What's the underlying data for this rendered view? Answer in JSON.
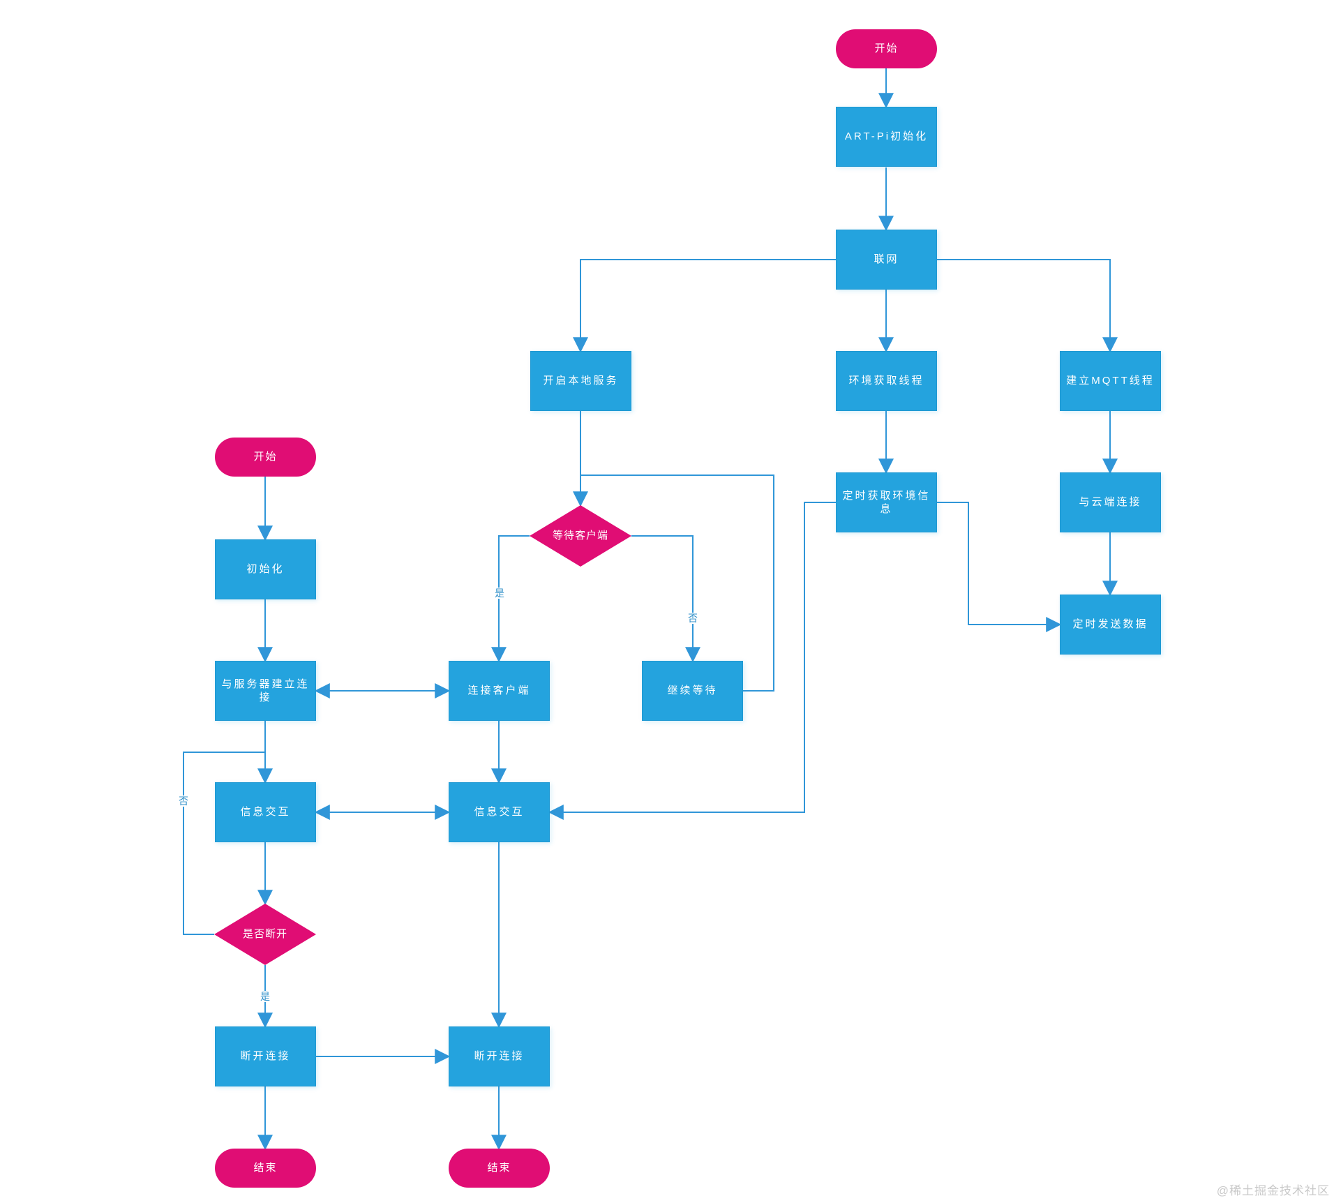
{
  "colors": {
    "process_fill": "#24a3de",
    "terminal_fill": "#e00d74",
    "decision_fill": "#e00d74",
    "connector": "#3096d8",
    "node_text": "#ffffff",
    "edge_label_text": "#2f8fc9",
    "watermark_text": "#c9c9c9"
  },
  "nodes": {
    "start_right": "开始",
    "artpi_init": "ART-Pi初始化",
    "network": "联网",
    "local_service": "开启本地服务",
    "env_thread": "环境获取线程",
    "mqtt_thread": "建立MQTT线程",
    "timed_get_env": "定时获取环境信息",
    "cloud_connect": "与云端连接",
    "timed_send": "定时发送数据",
    "wait_client": "等待客户端",
    "keep_waiting": "继续等待",
    "start_left": "开始",
    "init": "初始化",
    "server_connect": "与服务器建立连接",
    "client_connect": "连接客户端",
    "info_left": "信息交互",
    "info_mid": "信息交互",
    "is_disconnect": "是否断开",
    "disconnect_left": "断开连接",
    "disconnect_mid": "断开连接",
    "end_left": "结束",
    "end_mid": "结束"
  },
  "edge_labels": {
    "yes_client": "是",
    "no_client": "否",
    "no_loop": "否",
    "yes_disconnect": "是"
  },
  "watermark": "@稀土掘金技术社区"
}
